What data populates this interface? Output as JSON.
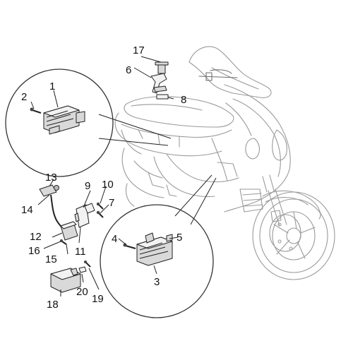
{
  "labels": [
    {
      "id": "1",
      "text": "1"
    },
    {
      "id": "2",
      "text": "2"
    },
    {
      "id": "3",
      "text": "3"
    },
    {
      "id": "4",
      "text": "4"
    },
    {
      "id": "5",
      "text": "5"
    },
    {
      "id": "6",
      "text": "6"
    },
    {
      "id": "7",
      "text": "7"
    },
    {
      "id": "8",
      "text": "8"
    },
    {
      "id": "9",
      "text": "9"
    },
    {
      "id": "10",
      "text": "10"
    },
    {
      "id": "11",
      "text": "11"
    },
    {
      "id": "12",
      "text": "12"
    },
    {
      "id": "13",
      "text": "13"
    },
    {
      "id": "14",
      "text": "14"
    },
    {
      "id": "15",
      "text": "15"
    },
    {
      "id": "16",
      "text": "16"
    },
    {
      "id": "17",
      "text": "17"
    },
    {
      "id": "18",
      "text": "18"
    },
    {
      "id": "19",
      "text": "19"
    },
    {
      "id": "20",
      "text": "20"
    }
  ]
}
